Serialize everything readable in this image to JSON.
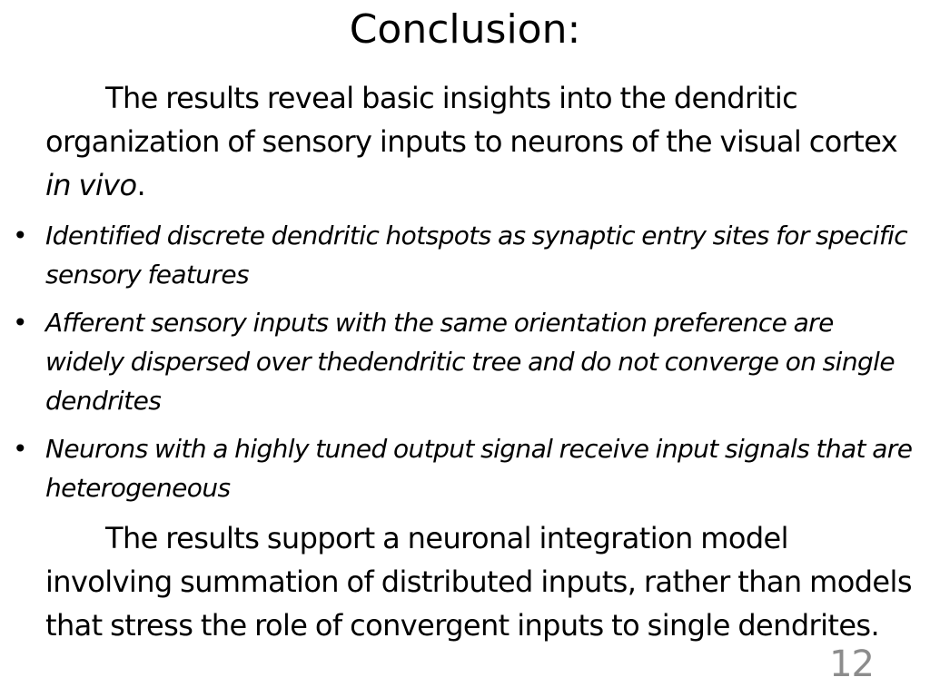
{
  "slide": {
    "title": "Conclusion:",
    "intro": {
      "text_before": "The results reveal basic insights into the dendritic organization of sensory inputs to neurons of the visual cortex ",
      "emphasis": "in vivo",
      "text_after": "."
    },
    "bullet_symbol": "•",
    "bullets": [
      "Identified discrete dendritic hotspots as synaptic entry sites for specific sensory features",
      "Afferent sensory inputs with the same orientation preference are widely dispersed over thedendritic tree and do not converge on single dendrites",
      "Neurons with a highly tuned output signal receive input signals that are heterogeneous"
    ],
    "closing": "The results support a neuronal integration model involving summation of distributed inputs, rather than models that stress the role of convergent inputs to single dendrites.",
    "page_number": "12"
  }
}
